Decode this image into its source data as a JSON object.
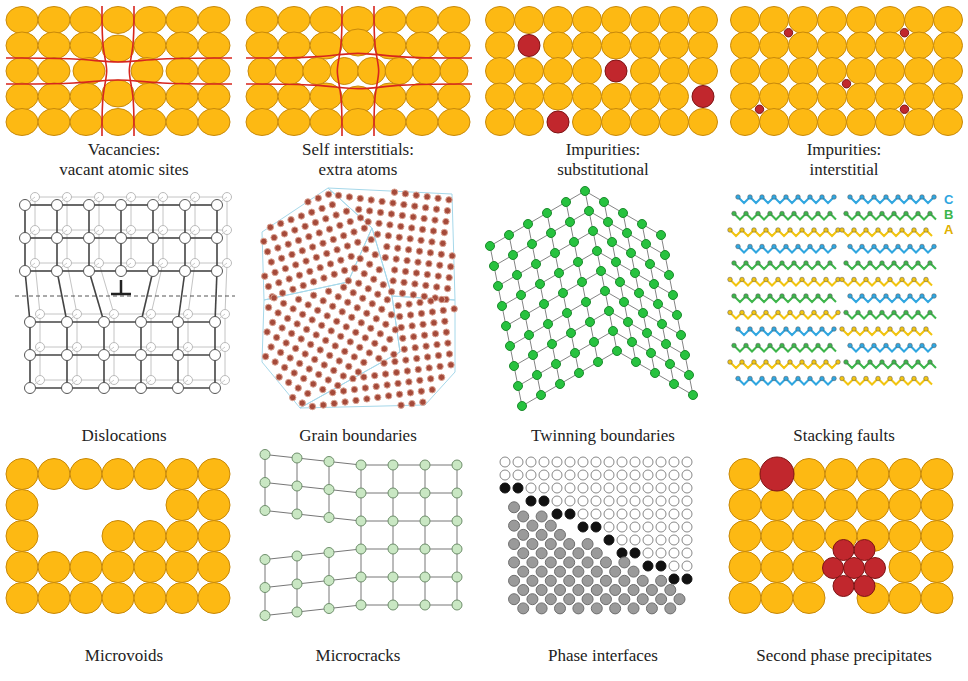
{
  "diagram": {
    "labels": [
      "Vacancies: vacant atomic sites",
      "Self interstitials: extra atoms",
      "Impurities: substitutional",
      "Impurities: interstitial",
      "Dislocations",
      "Grain boundaries",
      "Twinning boundaries",
      "C",
      "B",
      "A",
      "Stacking faults",
      "Microvoids",
      "Microcracks",
      "Phase interfaces",
      "Second phase precipitates"
    ]
  }
}
